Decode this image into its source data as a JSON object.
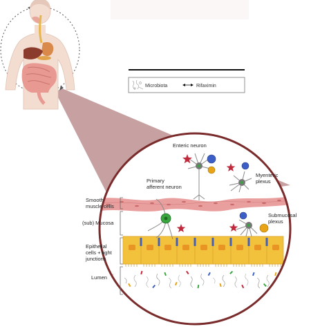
{
  "legend": {
    "microbiota_label": "Microbiota",
    "rifaximin_label": "Rifaximin"
  },
  "labels": {
    "enteric_neuron": "Enteric neuron",
    "primary_afferent_line1": "Primary",
    "primary_afferent_line2": "afferent neuron",
    "myenteric_line1": "Myenteric",
    "myenteric_line2": "plexus",
    "smooth_muscle_line1": "Smooth",
    "smooth_muscle_line2": "muscle cells",
    "sub_mucosa": "(sub) Mucosa",
    "submucosal_line1": "Submucosal",
    "submucosal_line2": "plexus",
    "epithelial_line1": "Epithelial",
    "epithelial_line2": "cells + tight",
    "epithelial_line3": "junctions",
    "lumen": "Lumen"
  },
  "colors": {
    "circle_border": "#7a2b2b",
    "funnel": "#b98a8a",
    "muscle": "#e79a9a",
    "epithelium": "#f2c23c",
    "nucleus": "#e89524",
    "junction": "#4460b8",
    "star": "#c0293b",
    "neuron_green": "#3aa640",
    "neuron_blue": "#3b5fc6",
    "neuron_yellow": "#e8a317"
  }
}
